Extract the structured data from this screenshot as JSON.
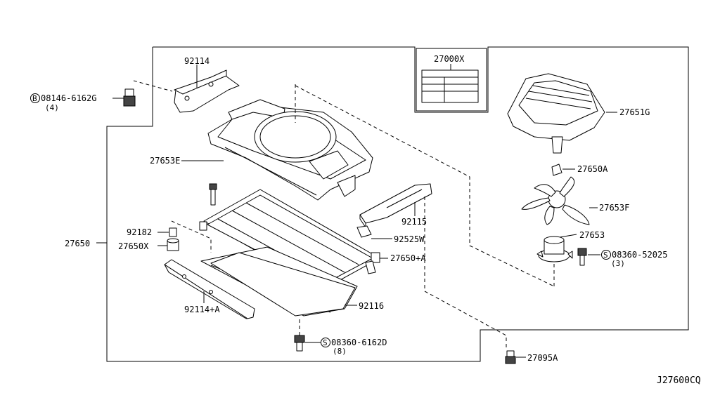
{
  "diagram_code": "J27600CQ",
  "callouts": {
    "p92114": "92114",
    "p27000x": "27000X",
    "p08146": "08146-6162G",
    "p08146_qty": "(4)",
    "p27653e": "27653E",
    "p27651g": "27651G",
    "p27650a": "27650A",
    "p27653f": "27653F",
    "p92115": "92115",
    "p92182": "92182",
    "p27650x": "27650X",
    "p27650": "27650",
    "p92525w": "92525W",
    "p27653": "27653",
    "p08360_52025": "08360-52025",
    "p08360_52025_qty": "(3)",
    "p27650plusA": "27650+A",
    "p92114plusA": "92114+A",
    "p92116": "92116",
    "p08360_6162d": "08360-6162D",
    "p08360_6162d_qty": "(8)",
    "p27095a": "27095A"
  },
  "symbols": {
    "bolt_prefix_B": "B",
    "screw_prefix_S": "S"
  },
  "colors": {
    "ink": "#000000",
    "paper": "#ffffff"
  }
}
